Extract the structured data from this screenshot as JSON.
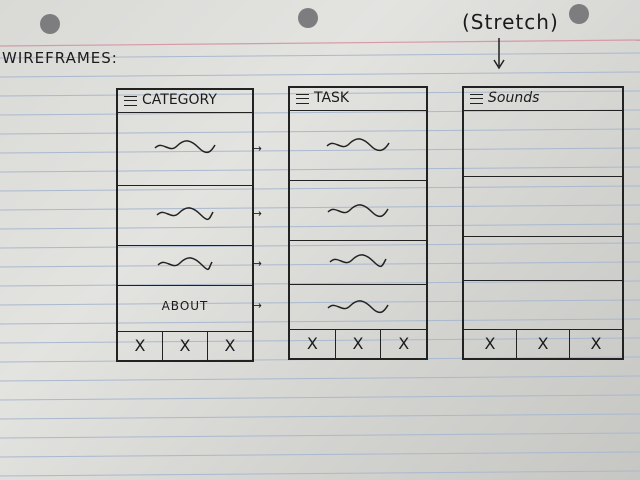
{
  "notebook": {
    "heading": "WIREFRAMES:",
    "annotation": "(Stretch)"
  },
  "wireframes": [
    {
      "title": "CATEGORY",
      "about_label": "ABOUT",
      "tabs": [
        "X",
        "X",
        "X"
      ]
    },
    {
      "title": "TASK",
      "tabs": [
        "X",
        "X",
        "X"
      ]
    },
    {
      "title": "Sounds",
      "tabs": [
        "X",
        "X",
        "X"
      ]
    }
  ],
  "colors": {
    "paper": "#e6e6e3",
    "ink": "#1b1b1b",
    "rule_line": "#a9b9cf",
    "margin_line": "#d59aa6"
  },
  "icons": [
    "hamburger-menu-icon",
    "chevron-right-icon",
    "punch-hole"
  ]
}
